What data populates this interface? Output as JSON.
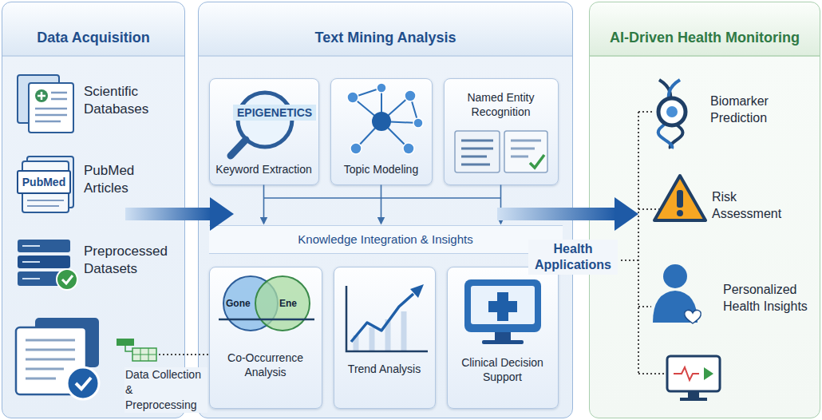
{
  "diagram": {
    "nodes": [
      {
        "text": [
          "Data Acquisition"
        ]
      },
      {
        "text": [
          "Text Mining Analysis"
        ]
      },
      {
        "text": [
          "Keyword Extraction"
        ],
        "in": 1
      },
      {
        "text": [
          "Topic Modeling"
        ],
        "in": 1
      },
      {
        "text": [
          "Named Entity Recognition"
        ],
        "in": 1
      },
      {
        "text": [
          "Knowledge Integration & Insights"
        ],
        "in": 1
      },
      {
        "text": [
          "Co-Occurrence Analysis"
        ],
        "in": 1
      },
      {
        "text": [
          "Trend Analysis"
        ],
        "in": 1
      },
      {
        "text": [
          "Clinical Decision Support"
        ],
        "in": 1
      },
      {
        "text": [
          "AI-Driven Health Monitoring"
        ]
      }
    ],
    "edges": [
      {
        "from": 0,
        "to": 1,
        "arrow": "to"
      },
      {
        "from": 2,
        "to": 5,
        "arrow": "to"
      },
      {
        "from": 3,
        "to": 5,
        "arrow": "to"
      },
      {
        "from": 4,
        "to": 5,
        "arrow": "to"
      },
      {
        "from": 1,
        "to": 9,
        "label": "Health Applications",
        "arrow": "to"
      }
    ],
    "labels": [
      "Scientific Databases",
      "PubMed",
      "PubMed Articles",
      "Preprocessed Datasets",
      "Data Collection & Preprocessing",
      "EPIGENETICS",
      "Gone",
      "Ene",
      "Biomarker Prediction",
      "Risk Assessment",
      "Personalized Health Insights"
    ]
  }
}
